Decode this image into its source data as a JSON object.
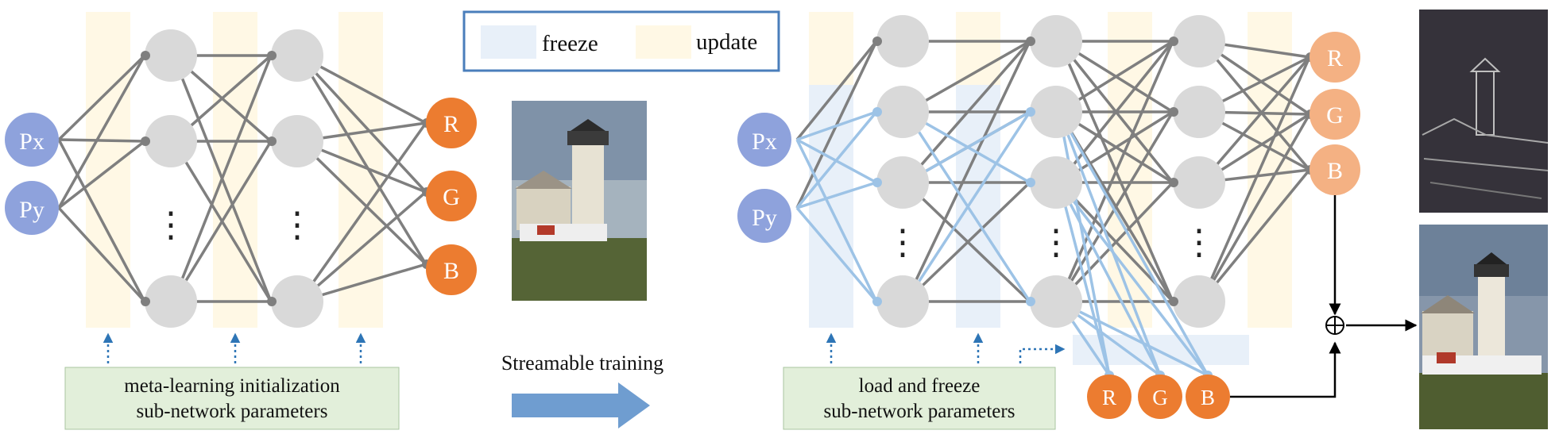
{
  "legend": {
    "freeze": "freeze",
    "update": "update"
  },
  "inputs": {
    "px": "Px",
    "py": "Py"
  },
  "outputs": {
    "r": "R",
    "g": "G",
    "b": "B"
  },
  "ellipsis": "⋮",
  "left_caption": [
    "meta-learning initialization",
    "sub-network parameters"
  ],
  "arrow_label": "Streamable training",
  "right_caption": [
    "load and freeze",
    "sub-network parameters"
  ],
  "colors": {
    "input_node": "#8ea2dc",
    "hidden_node": "#d9d9d9",
    "output_node": "#ec7c30",
    "edge": "#7f7f7f",
    "frozen_edge": "#9dc3e6",
    "update_band": "#fff8e5",
    "freeze_band": "#e8f0f9",
    "caption_box": "#e2efda",
    "legend_border": "#4a7ebb",
    "big_arrow": "#6f9dd0",
    "dotted_arrow": "#2e75b6"
  }
}
